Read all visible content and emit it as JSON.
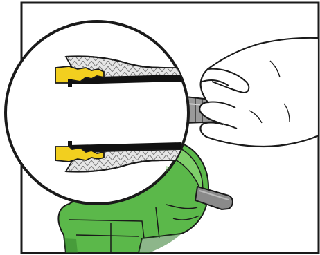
{
  "figure": {
    "subject": "hose-fitting-crimp-illustration",
    "colors": {
      "frame": "#1a1a1a",
      "background": "#ffffff",
      "fitting_yellow": "#f2cf1f",
      "crimper_green": "#5bb84a",
      "crimper_green_dark": "#2f7a2a",
      "crimper_green_light": "#7fcf6a",
      "hose_black": "#111111",
      "braid_gray": "#d8d8d8",
      "skin": "#ffffff",
      "handle_gray": "#8a8a8a"
    },
    "parts": {
      "magnifier": "magnified-cross-section",
      "upper_fitting": "upper-crimped-fitting",
      "lower_fitting": "lower-crimped-fitting",
      "hand": "hand-holding-hose",
      "crimper": "crimping-tool",
      "lever": "crimper-lever"
    }
  }
}
